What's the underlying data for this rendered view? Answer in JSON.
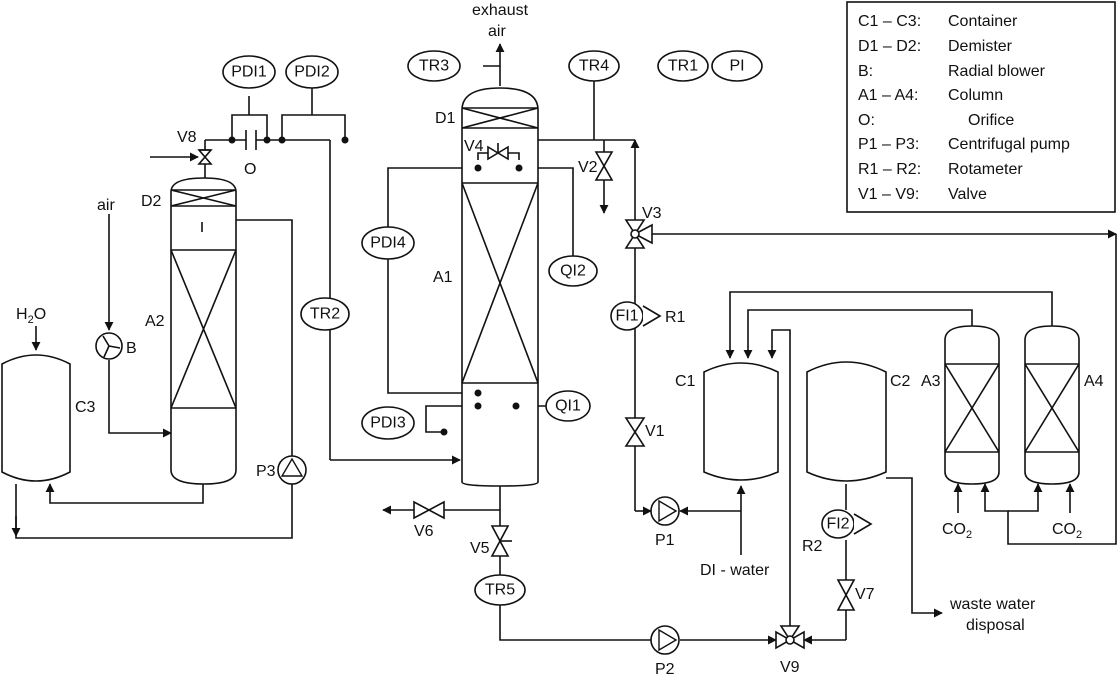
{
  "legend": [
    {
      "code": "C1 – C3:",
      "desc": "Container"
    },
    {
      "code": "D1 – D2:",
      "desc": "Demister"
    },
    {
      "code": "B:",
      "desc": "Radial blower"
    },
    {
      "code": "A1 – A4:",
      "desc": "Column"
    },
    {
      "code": "O:",
      "desc": "Orifice"
    },
    {
      "code": "P1 – P3:",
      "desc": "Centrifugal pump"
    },
    {
      "code": "R1 – R2:",
      "desc": "Rotameter"
    },
    {
      "code": "V1 – V9:",
      "desc": "Valve"
    }
  ],
  "instruments": {
    "pdi1": "PDI1",
    "pdi2": "PDI2",
    "pdi3": "PDI3",
    "pdi4": "PDI4",
    "tr1": "TR1",
    "tr2": "TR2",
    "tr3": "TR3",
    "tr4": "TR4",
    "tr5": "TR5",
    "pi": "PI",
    "qi1": "QI1",
    "qi2": "QI2",
    "fi1": "FI1",
    "fi2": "FI2"
  },
  "labels": {
    "exhaust_1": "exhaust",
    "exhaust_2": "air",
    "air": "air",
    "h2o_h": "H",
    "h2o_sub": "2",
    "h2o_o": "O",
    "co2_c": "CO",
    "co2_sub": "2",
    "di_water": "DI - water",
    "waste_1": "waste water",
    "waste_2": "disposal",
    "a1": "A1",
    "a2": "A2",
    "a3": "A3",
    "a4": "A4",
    "c1": "C1",
    "c2": "C2",
    "c3": "C3",
    "d1": "D1",
    "d2": "D2",
    "b": "B",
    "o": "O",
    "p1": "P1",
    "p2": "P2",
    "p3": "P3",
    "r1": "R1",
    "r2": "R2",
    "v1": "V1",
    "v2": "V2",
    "v3": "V3",
    "v4": "V4",
    "v5": "V5",
    "v6": "V6",
    "v7": "V7",
    "v8": "V8",
    "v9": "V9"
  }
}
